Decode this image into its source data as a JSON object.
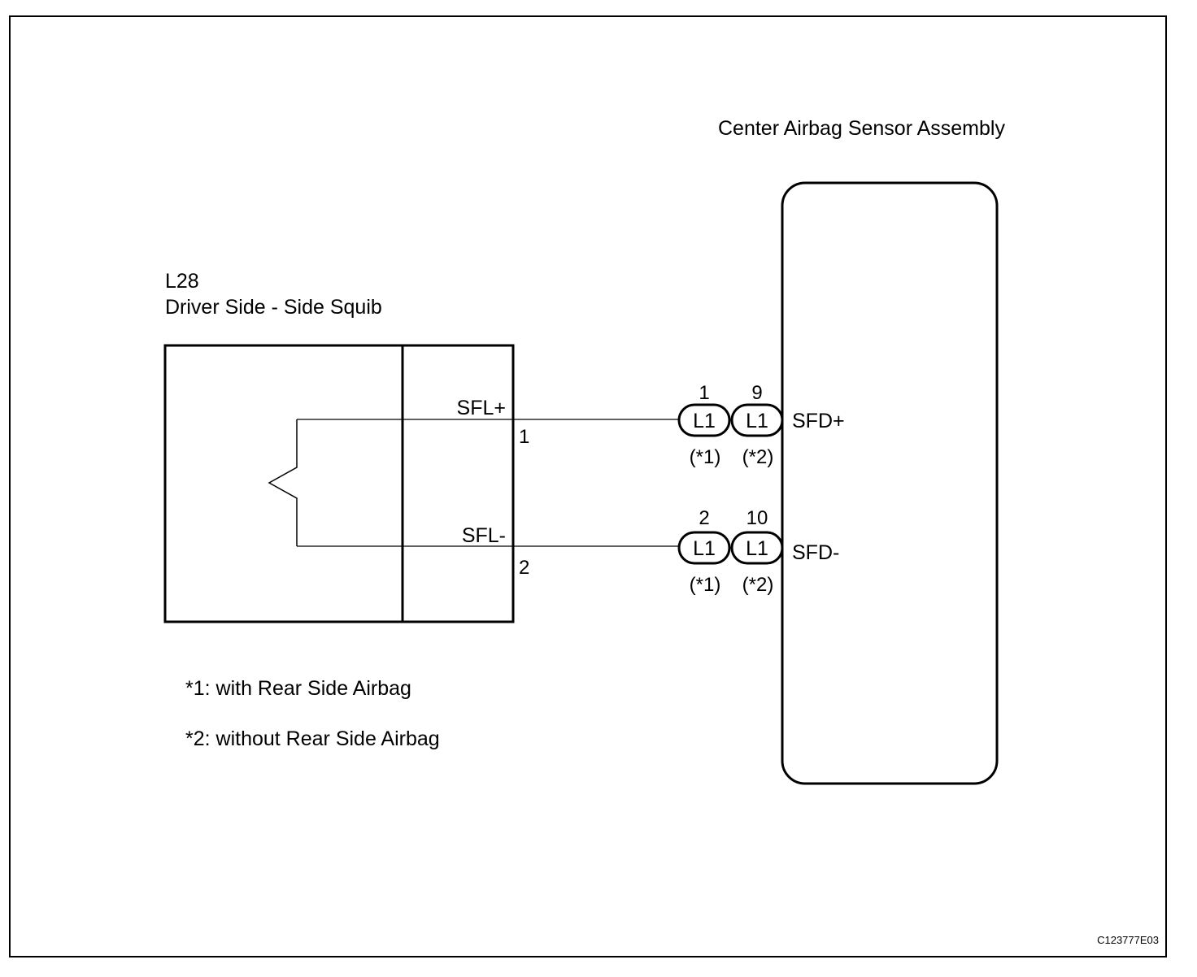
{
  "squib": {
    "code": "L28",
    "name": "Driver Side - Side Squib",
    "terminals": [
      {
        "label": "SFL+",
        "pin": "1"
      },
      {
        "label": "SFL-",
        "pin": "2"
      }
    ]
  },
  "sensor": {
    "name": "Center Airbag Sensor Assembly",
    "terminals": [
      {
        "label": "SFD+",
        "connectors": [
          {
            "pin": "1",
            "code": "L1",
            "note": "(*1)"
          },
          {
            "pin": "9",
            "code": "L1",
            "note": "(*2)"
          }
        ]
      },
      {
        "label": "SFD-",
        "connectors": [
          {
            "pin": "2",
            "code": "L1",
            "note": "(*1)"
          },
          {
            "pin": "10",
            "code": "L1",
            "note": "(*2)"
          }
        ]
      }
    ]
  },
  "notes": [
    "*1: with Rear Side Airbag",
    "*2: without Rear Side Airbag"
  ],
  "figure_code": "C123777E03"
}
